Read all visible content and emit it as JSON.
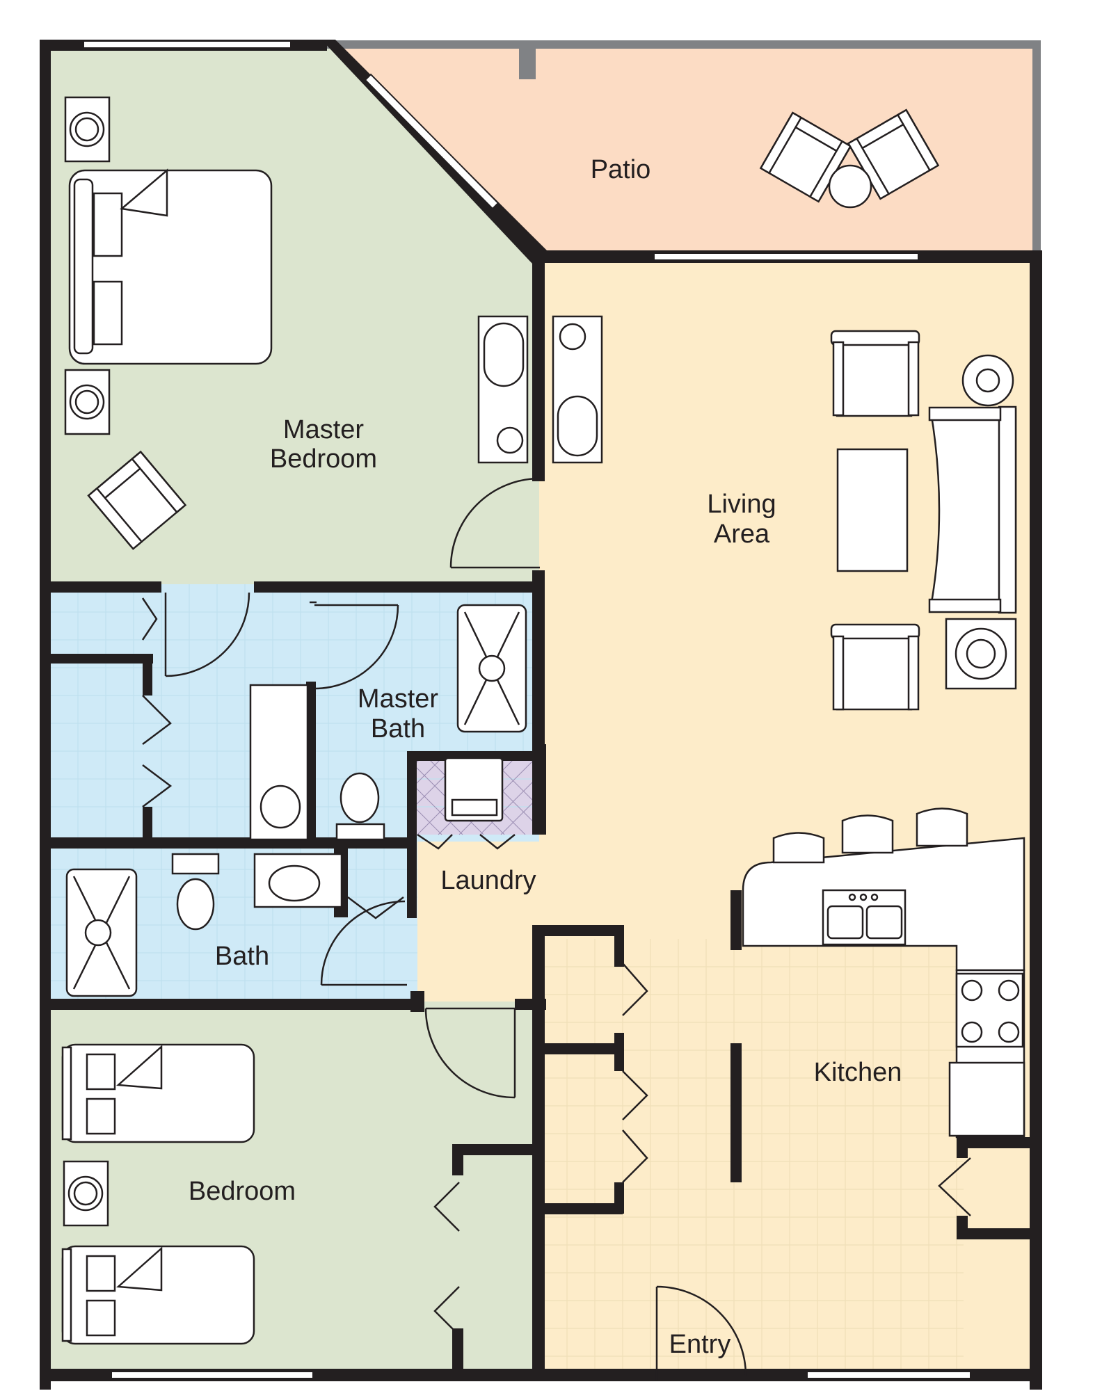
{
  "plan": {
    "rooms": [
      {
        "key": "patio",
        "lines": [
          "Patio"
        ]
      },
      {
        "key": "master_bedroom",
        "lines": [
          "Master",
          "Bedroom"
        ]
      },
      {
        "key": "living_area",
        "lines": [
          "Living",
          "Area"
        ]
      },
      {
        "key": "master_bath",
        "lines": [
          "Master",
          "Bath"
        ]
      },
      {
        "key": "laundry",
        "lines": [
          "Laundry"
        ]
      },
      {
        "key": "bath",
        "lines": [
          "Bath"
        ]
      },
      {
        "key": "kitchen",
        "lines": [
          "Kitchen"
        ]
      },
      {
        "key": "bedroom",
        "lines": [
          "Bedroom"
        ]
      },
      {
        "key": "entry",
        "lines": [
          "Entry"
        ]
      }
    ],
    "colors": {
      "patio": "#fcdcc4",
      "bedrooms": "#dce5cf",
      "living": "#fdecc9",
      "baths": "#cfeaf7",
      "laundry": "#ddd3e8",
      "walls": "#231f20",
      "patio_rail": "#808285"
    }
  }
}
